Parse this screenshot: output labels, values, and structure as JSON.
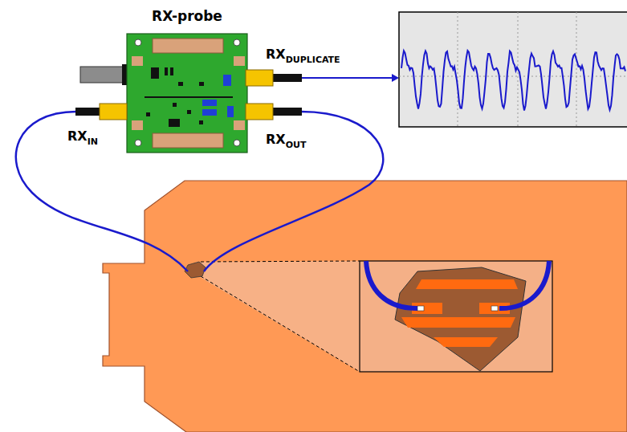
{
  "diagram": {
    "nodes": [
      {
        "text": [
          "RX-probe"
        ]
      }
    ],
    "labels": [
      "RX",
      "DUPLICATE",
      "RX",
      "IN",
      "RX",
      "OUT"
    ]
  }
}
